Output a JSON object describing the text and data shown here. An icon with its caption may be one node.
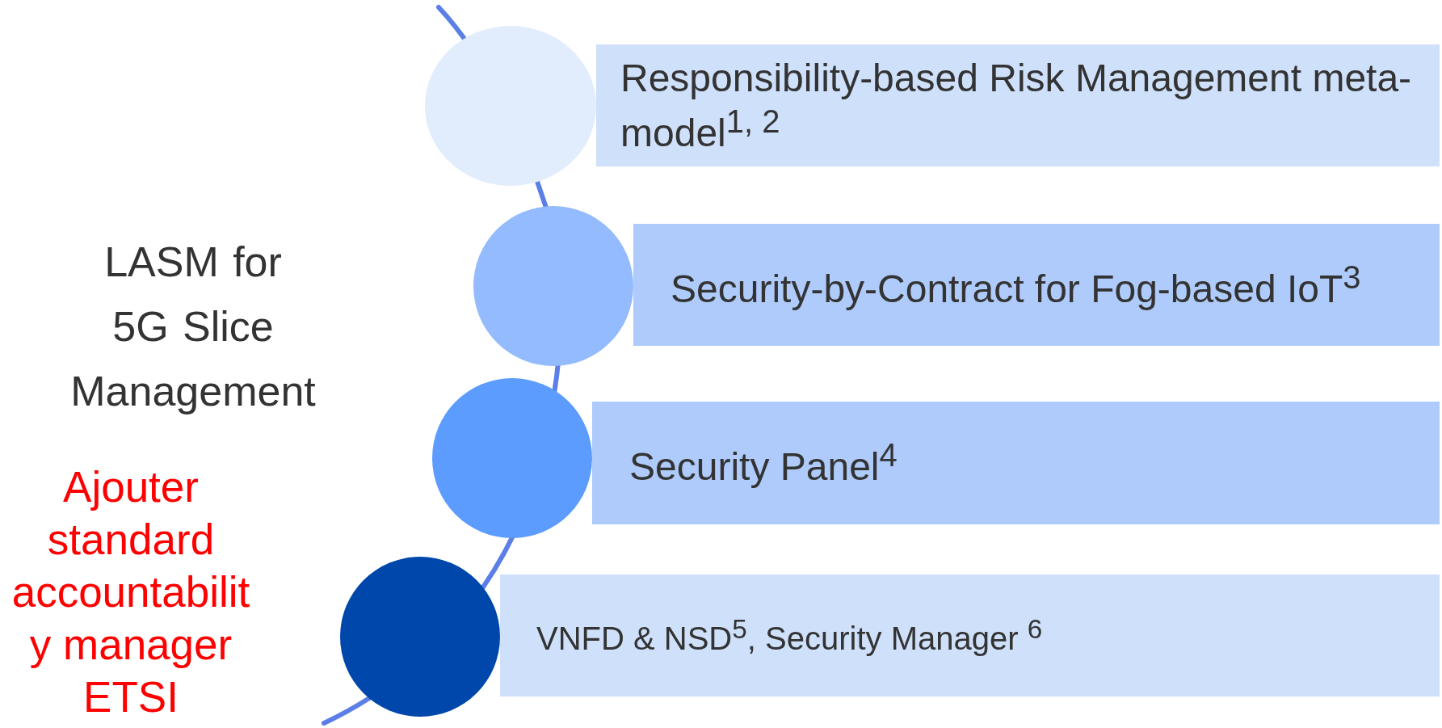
{
  "diagram": {
    "nodes": [
      {
        "text": [
          "Responsibility-based Risk Management meta-model$^{1, 2}$"
        ]
      },
      {
        "text": [
          "Security-by-Contract for Fog-based IoT$^{3}$"
        ]
      },
      {
        "text": [
          "Security Panel$^{4}$"
        ]
      },
      {
        "text": [
          "VNFD & NSD$^{5}$, Security Manager $^{6}$"
        ]
      },
      {
        "text": [],
        "shape": "circle"
      },
      {
        "text": [],
        "shape": "circle"
      },
      {
        "text": [],
        "shape": "circle"
      },
      {
        "text": [],
        "shape": "circle"
      }
    ],
    "labels": [
      "LASM for 5G Slice Management",
      "Ajouter standard accountability manager ETSI"
    ]
  }
}
